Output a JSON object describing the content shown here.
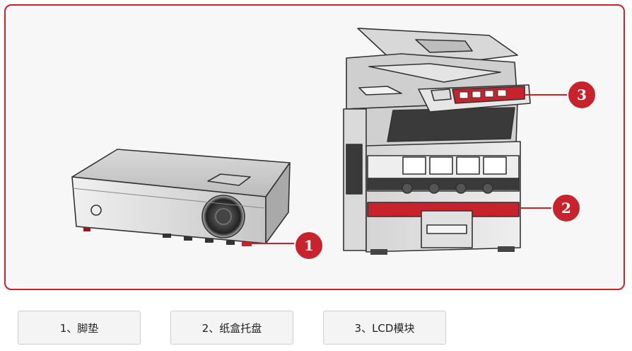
{
  "markers": [
    {
      "id": "1",
      "label": "1"
    },
    {
      "id": "2",
      "label": "2"
    },
    {
      "id": "3",
      "label": "3"
    }
  ],
  "buttons": [
    {
      "label": "1、脚垫"
    },
    {
      "label": "2、纸盒托盘"
    },
    {
      "label": "3、LCD模块"
    }
  ],
  "colors": {
    "accent": "#c8232c",
    "panel_bg": "#f7f7f7"
  }
}
